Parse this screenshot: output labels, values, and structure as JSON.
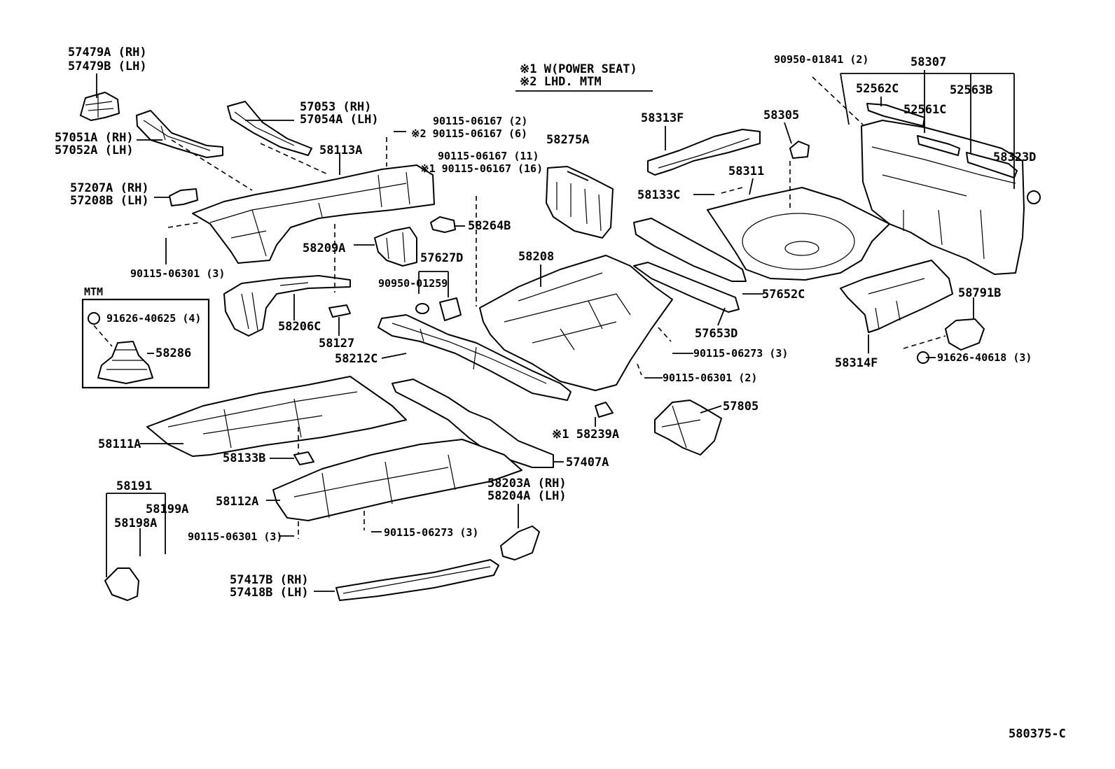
{
  "notes": {
    "note1": "※1 W(POWER SEAT)",
    "note2": "※2 LHD. MTM"
  },
  "mtm_box_title": "MTM",
  "diagram_code": "580375-C",
  "labels": {
    "p57479A": "57479A (RH)",
    "p57479B": "57479B (LH)",
    "p57051A": "57051A (RH)",
    "p57052A": "57052A (LH)",
    "p57053": "57053  (RH)",
    "p57054A": "57054A (LH)",
    "p58113A": "58113A",
    "p57207A": "57207A (RH)",
    "p57208B": "57208B (LH)",
    "b90115_06301_3a": "90115-06301 (3)",
    "b90115_06167_2": "90115-06167 (2)",
    "b90115_06167_6": "※2 90115-06167 (6)",
    "b90115_06167_11": "90115-06167 (11)",
    "b90115_06167_16": "※1 90115-06167 (16)",
    "p58264B": "58264B",
    "p58209A": "58209A",
    "p57627D": "57627D",
    "b90950_01259": "90950-01259",
    "p58206C": "58206C",
    "p58127": "58127",
    "b91626_40625": "91626-40625 (4)",
    "p58286": "58286",
    "p58212C": "58212C",
    "p58111A": "58111A",
    "p58133B": "58133B",
    "p58208": "58208",
    "p58275A": "58275A",
    "p58313F": "58313F",
    "p58305": "58305",
    "p58311": "58311",
    "p58133C": "58133C",
    "b90950_01841": "90950-01841 (2)",
    "p58307": "58307",
    "p52562C": "52562C",
    "p52561C": "52561C",
    "p52563B": "52563B",
    "p58323D": "58323D",
    "p57652C": "57652C",
    "p57653D": "57653D",
    "b90115_06273_3a": "90115-06273 (3)",
    "b90115_06301_2": "90115-06301 (2)",
    "p58791B": "58791B",
    "p58314F": "58314F",
    "b91626_40618": "91626-40618 (3)",
    "p57805": "57805",
    "p58239A": "※1 58239A",
    "p57407A": "57407A",
    "p58112A": "58112A",
    "p58191": "58191",
    "p58199A": "58199A",
    "p58198A": "58198A",
    "b90115_06301_3b": "90115-06301 (3)",
    "b90115_06273_3b": "90115-06273 (3)",
    "p58203A": "58203A (RH)",
    "p58204A": "58204A (LH)",
    "p57417B": "57417B (RH)",
    "p57418B": "57418B (LH)"
  }
}
